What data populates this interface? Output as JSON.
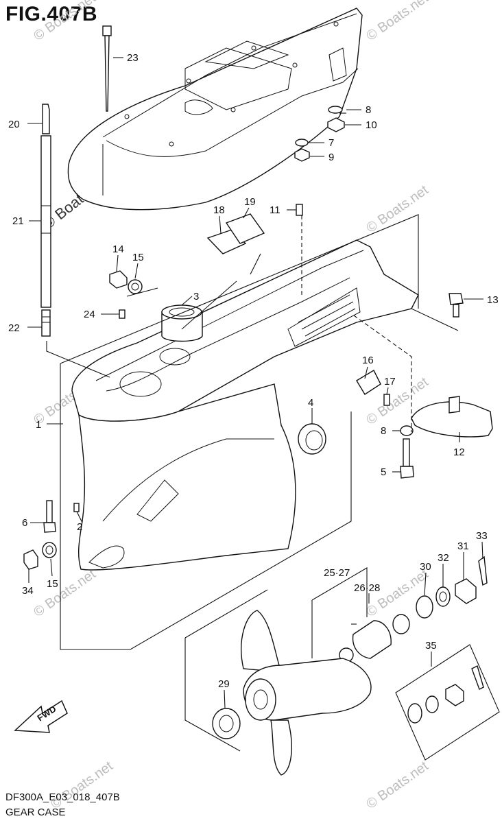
{
  "header": {
    "figure_title": "FIG.407B"
  },
  "footer": {
    "code": "DF300A_E03_018_407B",
    "name": "GEAR CASE"
  },
  "watermark": {
    "text": "© Boats.net",
    "color": "#bdbdbd"
  },
  "fwd_badge": {
    "label": "FWD"
  },
  "callouts": {
    "c1": "1",
    "c2": "2",
    "c3": "3",
    "c4": "4",
    "c5": "5",
    "c6": "6",
    "c7": "7",
    "c8a": "8",
    "c8b": "8",
    "c9": "9",
    "c10": "10",
    "c11": "11",
    "c12": "12",
    "c13": "13",
    "c14": "14",
    "c15a": "15",
    "c15b": "15",
    "c16": "16",
    "c17": "17",
    "c18": "18",
    "c19": "19",
    "c20": "20",
    "c21": "21",
    "c22": "22",
    "c23": "23",
    "c24": "24",
    "c25_27": "25·27",
    "c26_28": "26·28",
    "c29": "29",
    "c30": "30",
    "c31": "31",
    "c32": "32",
    "c33": "33",
    "c34": "34",
    "c35": "35"
  }
}
